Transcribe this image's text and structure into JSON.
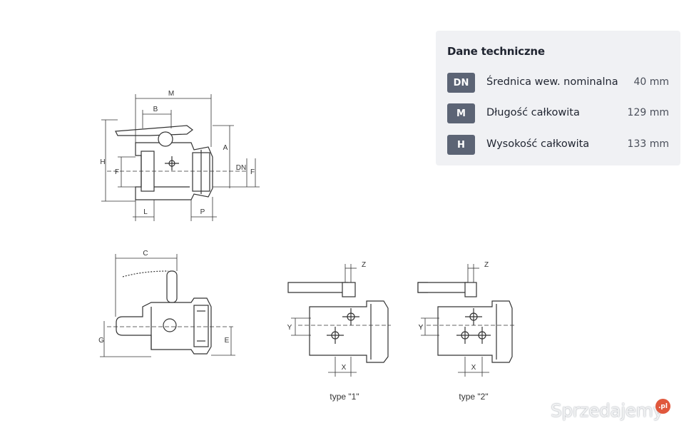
{
  "drawing": {
    "top_view_labels": {
      "M": "M",
      "B": "B",
      "A": "A",
      "H": "H",
      "F_left": "F",
      "DN": "DN",
      "F_right": "F",
      "L": "L",
      "P": "P"
    },
    "side_view_labels": {
      "C": "C",
      "G": "G",
      "E": "E"
    },
    "type1_labels": {
      "Z": "Z",
      "Y": "Y",
      "X": "X",
      "caption": "type \"1\""
    },
    "type2_labels": {
      "Z": "Z",
      "Y": "Y",
      "X": "X",
      "caption": "type \"2\""
    }
  },
  "specs": {
    "title": "Dane techniczne",
    "rows": [
      {
        "badge": "DN",
        "label": "Średnica wew. nominalna",
        "value": "40 mm"
      },
      {
        "badge": "M",
        "label": "Długość całkowita",
        "value": "129 mm"
      },
      {
        "badge": "H",
        "label": "Wysokość całkowita",
        "value": "133 mm"
      }
    ]
  },
  "watermark": {
    "text": "Sprzedajemy",
    "tld": ".pl"
  },
  "colors": {
    "panel_bg": "#f0f1f4",
    "badge_bg": "#5c6475",
    "line": "#333333"
  }
}
